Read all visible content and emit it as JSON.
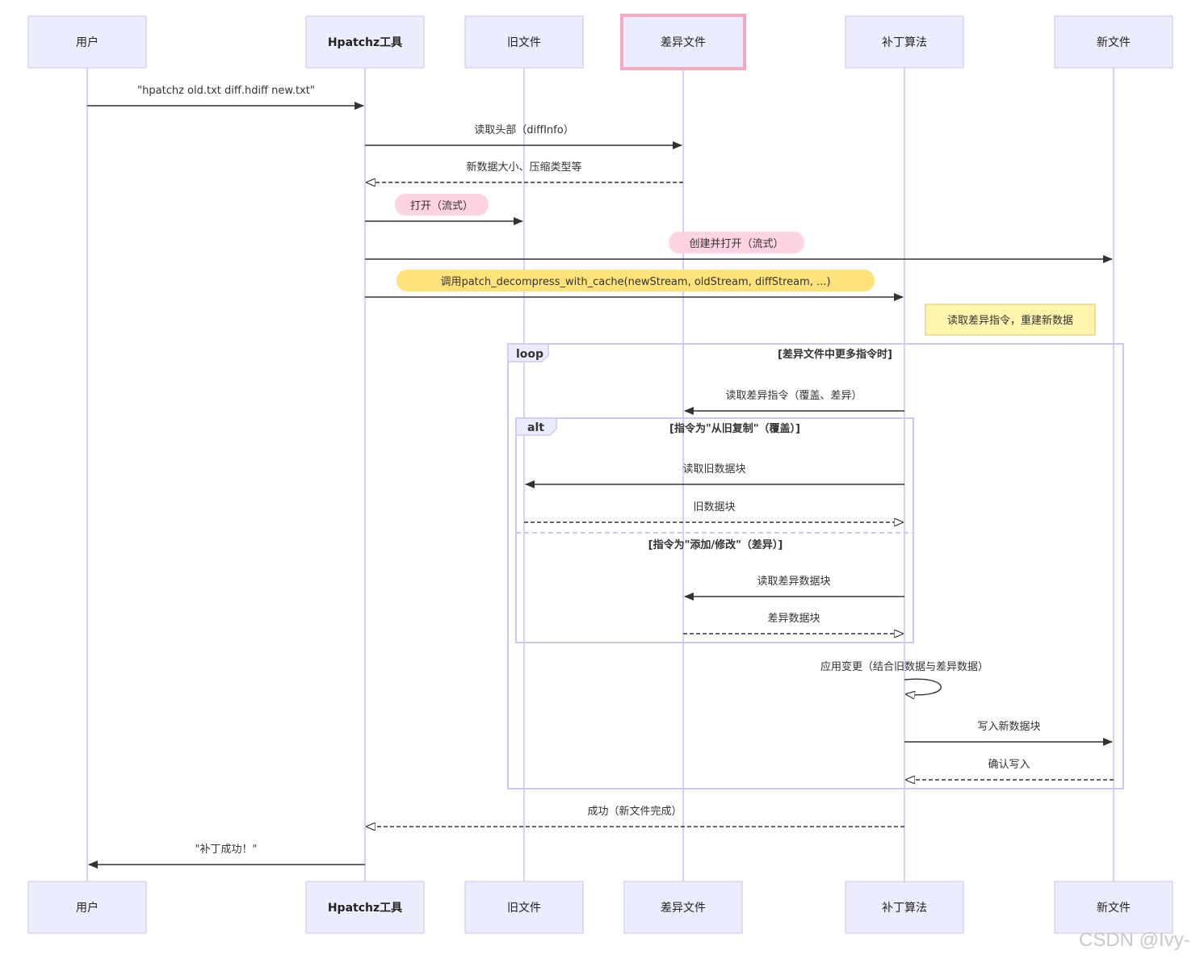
{
  "participants": [
    {
      "id": "user",
      "label": "用户",
      "bold": false,
      "highlight": false
    },
    {
      "id": "tool",
      "label": "Hpatchz工具",
      "bold": true,
      "highlight": false
    },
    {
      "id": "old",
      "label": "旧文件",
      "bold": false,
      "highlight": false
    },
    {
      "id": "diff",
      "label": "差异文件",
      "bold": false,
      "highlight": true
    },
    {
      "id": "algo",
      "label": "补丁算法",
      "bold": false,
      "highlight": false
    },
    {
      "id": "new",
      "label": "新文件",
      "bold": false,
      "highlight": false
    }
  ],
  "messages": [
    {
      "from": "user",
      "to": "tool",
      "label": "\"hpatchz old.txt diff.hdiff new.txt\"",
      "dashed": false
    },
    {
      "from": "tool",
      "to": "diff",
      "label": "读取头部（diffInfo）",
      "dashed": false
    },
    {
      "from": "diff",
      "to": "tool",
      "label": "新数据大小、压缩类型等",
      "dashed": true
    },
    {
      "from": "tool",
      "to": "old",
      "label": "打开（流式）",
      "dashed": false,
      "highlight": "pink"
    },
    {
      "from": "tool",
      "to": "new",
      "label": "创建并打开（流式）",
      "dashed": false,
      "highlight": "pink"
    },
    {
      "from": "tool",
      "to": "algo",
      "label": "调用patch_decompress_with_cache(newStream, oldStream, diffStream, ...)",
      "dashed": false,
      "highlight": "yellow"
    },
    {
      "from": "algo",
      "to": "diff",
      "label": "读取差异指令（覆盖、差异）",
      "dashed": false
    },
    {
      "from": "algo",
      "to": "old",
      "label": "读取旧数据块",
      "dashed": false
    },
    {
      "from": "old",
      "to": "algo",
      "label": "旧数据块",
      "dashed": true
    },
    {
      "from": "algo",
      "to": "diff",
      "label": "读取差异数据块",
      "dashed": false
    },
    {
      "from": "diff",
      "to": "algo",
      "label": "差异数据块",
      "dashed": true
    },
    {
      "from": "algo",
      "to": "algo",
      "label": "应用变更（结合旧数据与差异数据）",
      "dashed": false,
      "self": true
    },
    {
      "from": "algo",
      "to": "new",
      "label": "写入新数据块",
      "dashed": false
    },
    {
      "from": "new",
      "to": "algo",
      "label": "确认写入",
      "dashed": true
    },
    {
      "from": "algo",
      "to": "tool",
      "label": "成功（新文件完成）",
      "dashed": true
    },
    {
      "from": "tool",
      "to": "user",
      "label": "\"补丁成功！\"",
      "dashed": false
    }
  ],
  "note": {
    "over": "algo",
    "text": "读取差异指令，重建新数据"
  },
  "loop": {
    "keyword": "loop",
    "condition": "[差异文件中更多指令时]"
  },
  "alt": {
    "keyword": "alt",
    "condition1": "[指令为\"从旧复制\"（覆盖）]",
    "condition2": "[指令为\"添加/修改\"（差异）]"
  },
  "colors": {
    "actor_fill": "#ECECFF",
    "actor_border": "#cfcdf2",
    "highlight_border": "#f7a8c1",
    "lifeline": "#d9d2f3",
    "pink_pill": "#ffd3e0",
    "yellow_pill": "#ffe27a",
    "note_fill": "#fff5ad"
  },
  "watermark": "CSDN @Ivy-"
}
